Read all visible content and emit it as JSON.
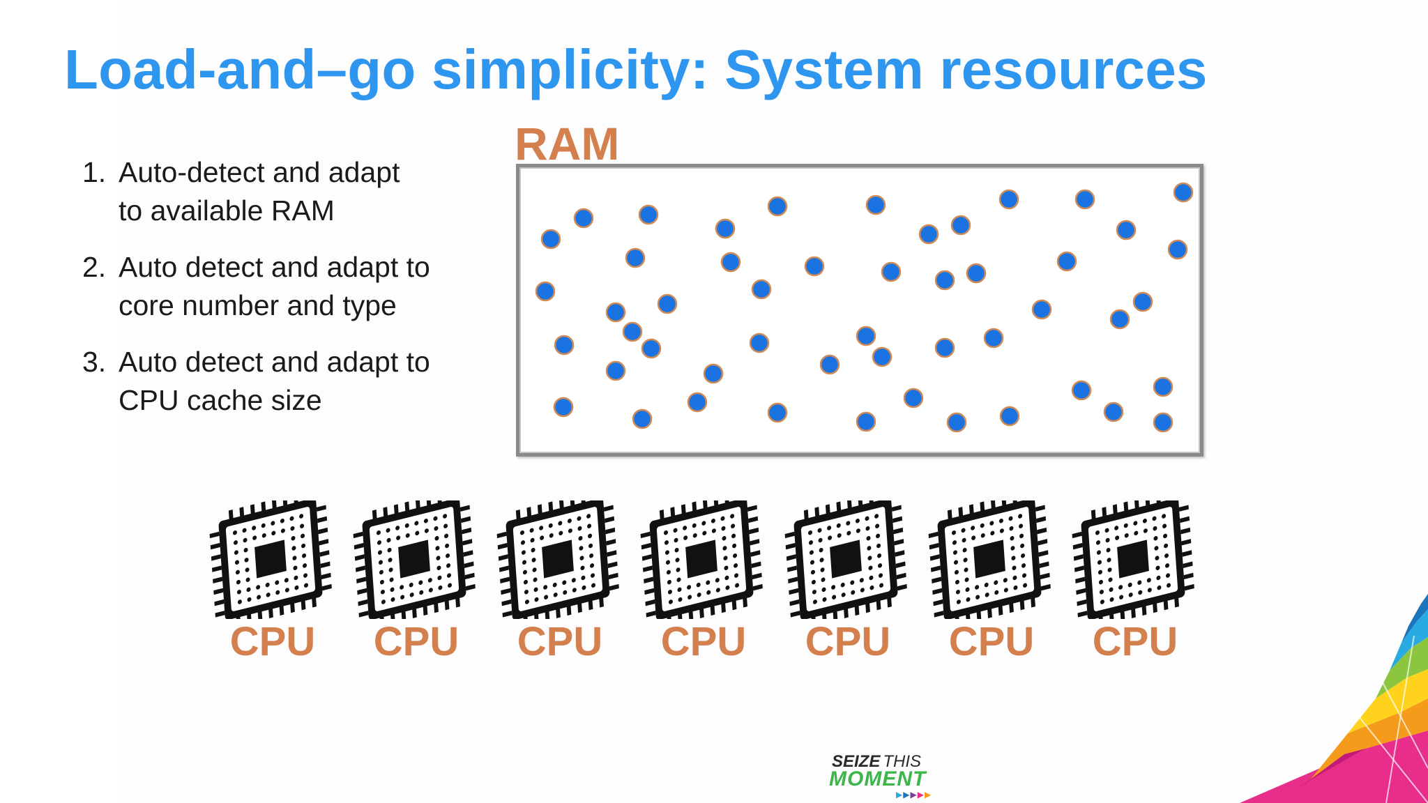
{
  "slide": {
    "title": "Load-and–go simplicity: System resources",
    "bullets": [
      {
        "num": "1.",
        "lines": [
          "Auto-detect and adapt",
          "to available RAM"
        ]
      },
      {
        "num": "2.",
        "lines": [
          "Auto detect and adapt to",
          "core number and type"
        ]
      },
      {
        "num": "3.",
        "lines": [
          "Auto detect and adapt to",
          "CPU cache size"
        ]
      }
    ]
  },
  "diagram": {
    "ram_label": "RAM",
    "cpu_labels": [
      "CPU",
      "CPU",
      "CPU",
      "CPU",
      "CPU",
      "CPU",
      "CPU"
    ]
  },
  "logo": {
    "seize": "SEIZE",
    "this": "THIS",
    "moment": "MOMENT"
  },
  "colors": {
    "title": "#2e96ee",
    "accent": "#d47f4e",
    "dot": "#1a73e0",
    "dot_rim": "#cf8a55",
    "logo_green": "#3cb54a",
    "corner": [
      "#e62e8a",
      "#f59b1c",
      "#ffd21e",
      "#8cc63f",
      "#29abe2",
      "#1b75bc"
    ]
  }
}
